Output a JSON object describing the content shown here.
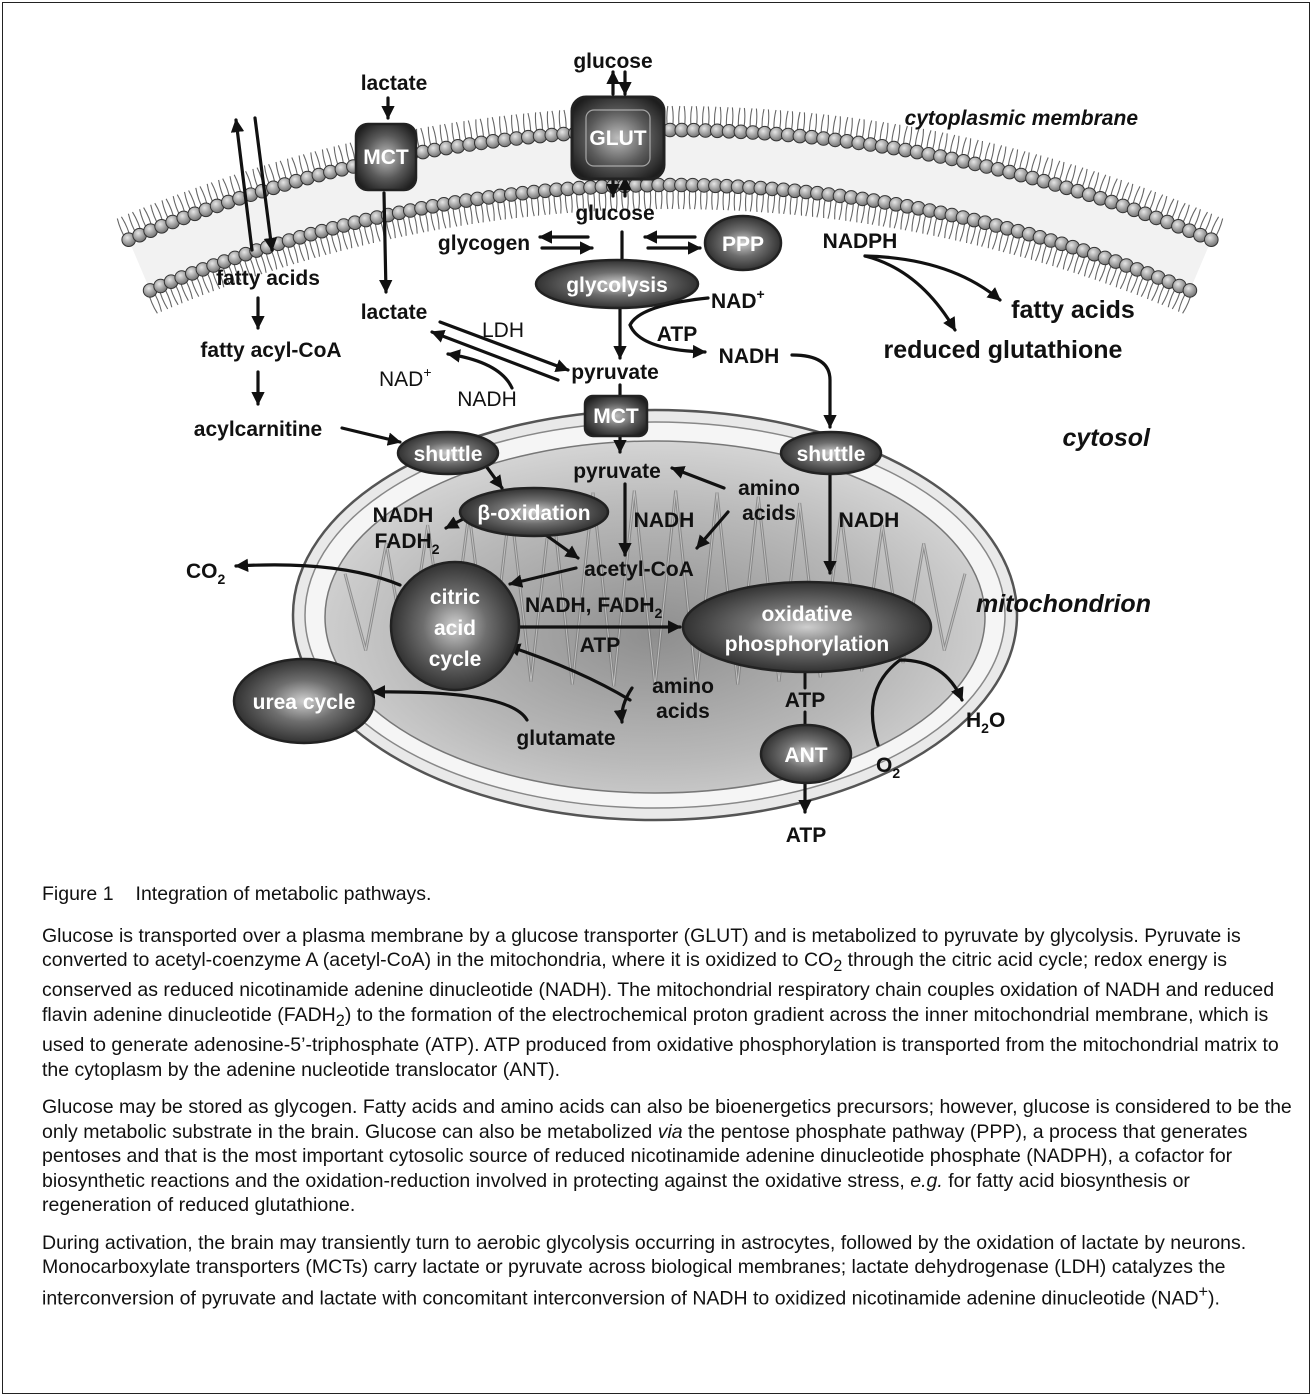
{
  "diagram": {
    "membrane_label": "cytoplasmic membrane",
    "cytosol_label": "cytosol",
    "mitochondrion_label": "mitochondrion",
    "transporters": {
      "mct_top": "MCT",
      "glut": "GLUT",
      "mct_mito": "MCT",
      "ant": "ANT"
    },
    "processes": {
      "ppp": "PPP",
      "glycolysis": "glycolysis",
      "shuttle_left": "shuttle",
      "shuttle_right": "shuttle",
      "beta_oxidation": "β-oxidation",
      "citric_acid_cycle": [
        "citric",
        "acid",
        "cycle"
      ],
      "oxidative_phosphorylation": [
        "oxidative",
        "phosphorylation"
      ],
      "urea_cycle": "urea cycle"
    },
    "metabolites": {
      "glucose_out": "glucose",
      "glucose_in": "glucose",
      "lactate_out": "lactate",
      "lactate_in": "lactate",
      "glycogen": "glycogen",
      "nadph": "NADPH",
      "fatty_acids_right": "fatty acids",
      "reduced_glutathione": "reduced glutathione",
      "fatty_acids_left": "fatty acids",
      "fatty_acyl_coa": "fatty acyl-CoA",
      "acylcarnitine": "acylcarnitine",
      "ldh": "LDH",
      "nad_plus_left": "NAD",
      "nadh_left": "NADH",
      "pyruvate_cyto": "pyruvate",
      "nad_plus_glyco": "NAD",
      "atp_glyco": "ATP",
      "nadh_glyco": "NADH",
      "pyruvate_mito": "pyruvate",
      "amino_acids_top": [
        "amino",
        "acids"
      ],
      "nadh_fadh2_beta": [
        "NADH",
        "FADH"
      ],
      "nadh_mid": "NADH",
      "nadh_right": "NADH",
      "acetyl_coa": "acetyl-CoA",
      "co2": "CO",
      "nadh_fadh2_tca": "NADH, FADH",
      "atp_tca": "ATP",
      "amino_acids_bottom": [
        "amino",
        "acids"
      ],
      "glutamate": "glutamate",
      "atp_mito": "ATP",
      "h2o": "H",
      "o2": "O",
      "atp_out": "ATP"
    },
    "sup_plus": "+",
    "sub_two": "2",
    "sub_h2o": "2",
    "h2o_tail": "O"
  },
  "caption": {
    "figure_number": "Figure 1",
    "figure_title": "Integration of metabolic pathways.",
    "p1": {
      "a": "Glucose is transported over a plasma membrane by a glucose transporter (GLUT) and is metabolized to pyruvate by glycolysis. Pyruvate is converted to acetyl-coenzyme A (acetyl-CoA) in the mitochondria, where it is oxidized to CO",
      "sub1": "2",
      "b": " through the citric acid cycle; redox energy is conserved as reduced nicotinamide adenine dinucleotide (NADH). The mitochondrial respiratory chain couples oxidation of NADH and reduced flavin adenine dinucleotide (FADH",
      "sub2": "2",
      "c": ") to the formation of the electrochemical proton gradient across the inner mitochondrial membrane, which is used to generate adenosine-5’-triphosphate (ATP). ATP produced from oxidative phosphorylation is transported from the mitochondrial matrix to the cytoplasm by the adenine nucleotide translocator (ANT)."
    },
    "p2": {
      "a": "Glucose may be stored as glycogen. Fatty acids and amino acids can also be bioenergetics precursors; however, glucose is considered to be the only metabolic substrate in the brain. Glucose can also be metabolized ",
      "via": "via",
      "b": " the pentose phosphate pathway (PPP), a process that generates pentoses and that is the most important cytosolic source of reduced nicotinamide adenine dinucleotide phosphate (NADPH), a cofactor for biosynthetic reactions and the oxidation-reduction involved in protecting against the oxidative stress, ",
      "eg": "e.g.",
      "c": " for fatty acid biosynthesis or regeneration of reduced glutathione."
    },
    "p3": {
      "a": "During activation, the brain may transiently turn to aerobic glycolysis occurring in astrocytes, followed by the oxidation of lactate by neurons. Monocarboxylate transporters (MCTs) carry lactate or pyruvate across biological membranes; lactate dehydrogenase (LDH) catalyzes the interconversion of pyruvate and lactate with concomitant interconversion of NADH to oxidized nicotinamide adenine dinucleotide (NAD",
      "sup": "+",
      "b": ")."
    }
  }
}
